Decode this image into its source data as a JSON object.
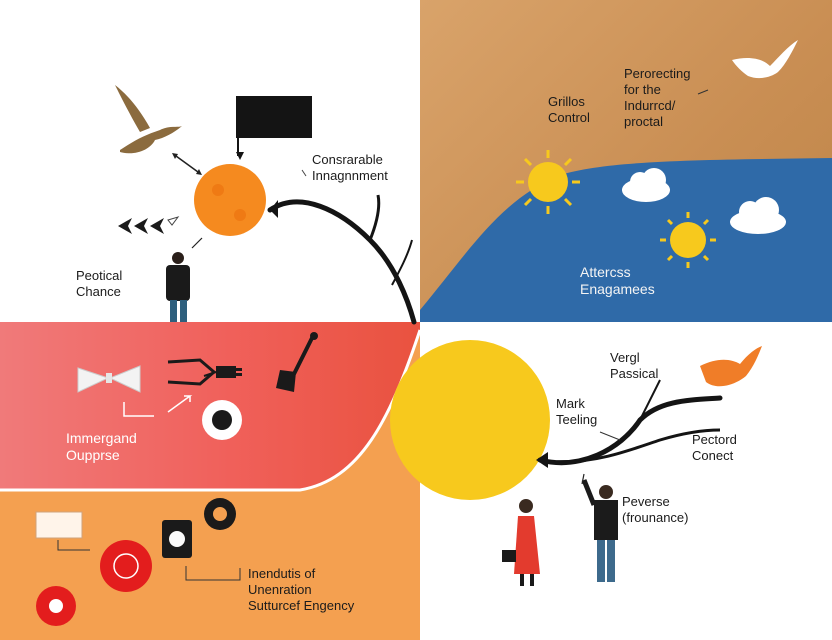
{
  "labels": {
    "consrarable_line1": "Consrarable",
    "consrarable_line2": "Innagnnment",
    "peotical_line1": "Peotical",
    "peotical_line2": "Chance",
    "grillos_line1": "Grillos",
    "grillos_line2": "Control",
    "perorecting_line1": "Perorecting",
    "perorecting_line2": "for the",
    "perorecting_line3": "Indurrcd/",
    "perorecting_line4": "proctal",
    "attercss_line1": "Attercss",
    "attercss_line2": "Enagamees",
    "immergand_line1": "Immergand",
    "immergand_line2": "Oupprse",
    "vergl_line1": "Vergl",
    "vergl_line2": "Passical",
    "mark_line1": "Mark",
    "mark_line2": "Teeling",
    "pectord_line1": "Pectord",
    "pectord_line2": "Conect",
    "peverse_line1": "Peverse",
    "peverse_line2": "(frounance)",
    "inendutis_line1": "Inendutis of",
    "inendutis_line2": "Unenration",
    "inendutis_line3": "Sutturcef Engency"
  },
  "colors": {
    "top_right_bg": "#d09a5e",
    "sky_blue": "#2f6aa8",
    "bottom_left_red": "#ef5f5b",
    "bottom_orange": "#f4a050",
    "sun_orange": "#f58a1f",
    "sun_yellow": "#f7c91d",
    "bird_brown": "#8b6b3e",
    "bird_orange": "#f07d28"
  },
  "icons": [
    "bird-icon",
    "flag-icon",
    "sun-icon",
    "person-icon",
    "arrow-chevrons-icon",
    "cloud-icon",
    "bow-icon",
    "tongs-icon",
    "plug-icon",
    "shovel-icon",
    "eye-icon",
    "gear-icon",
    "box-icon",
    "target-icon"
  ]
}
